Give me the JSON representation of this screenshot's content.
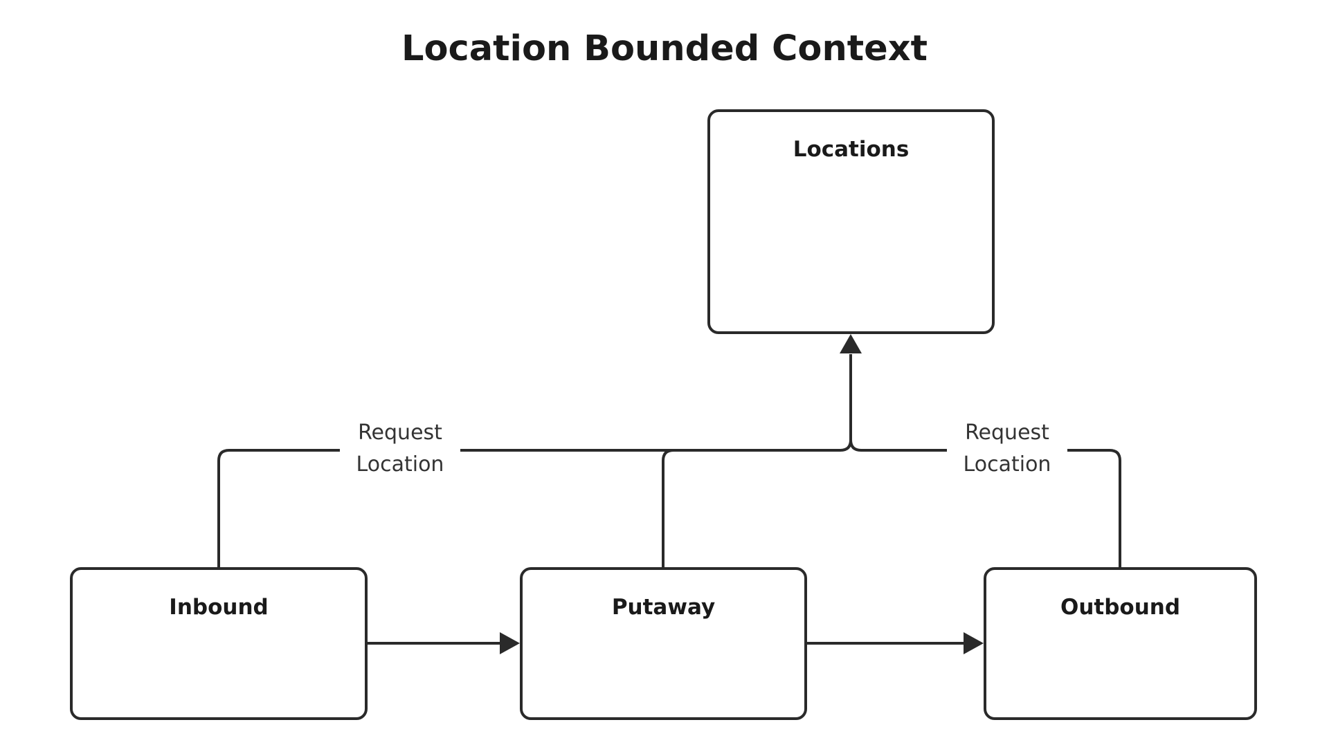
{
  "title": "Location Bounded Context",
  "nodes": {
    "locations": "Locations",
    "inbound": "Inbound",
    "putaway": "Putaway",
    "outbound": "Outbound"
  },
  "edges": {
    "inbound_to_locations": "Request\nLocation",
    "outbound_to_locations": "Request\nLocation"
  },
  "colors": {
    "stroke": "#2a2a2a",
    "text": "#1a1a1a",
    "background": "#ffffff"
  }
}
